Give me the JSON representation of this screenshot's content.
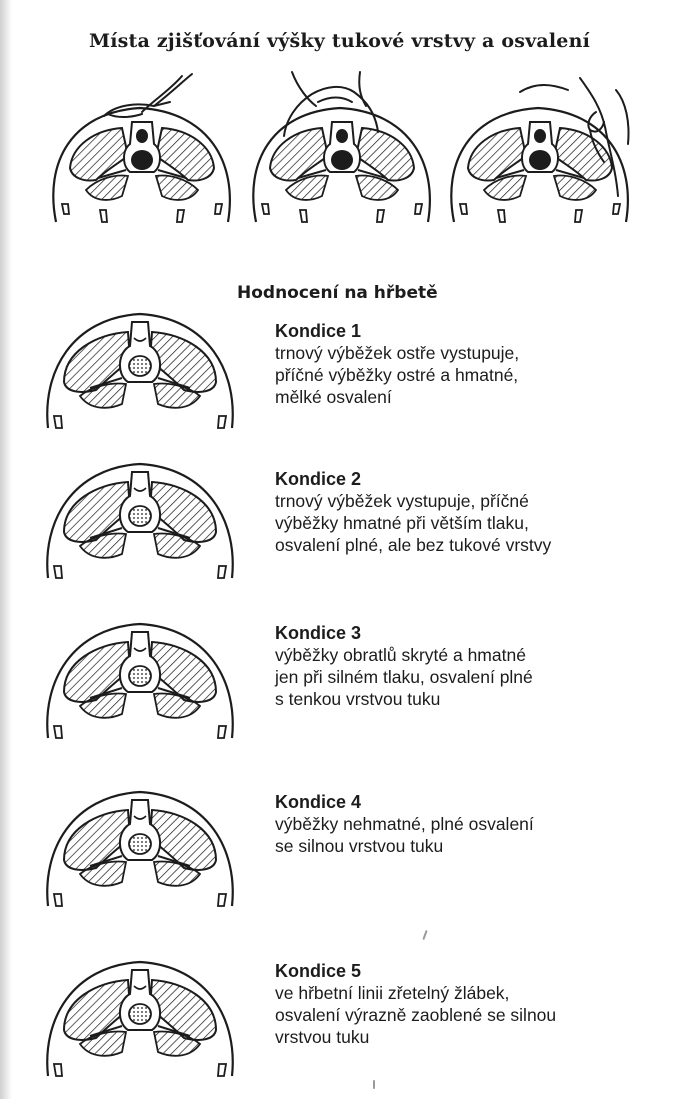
{
  "page": {
    "title": "Místa zjišťování výšky tukové vrstvy a osvalení",
    "subtitle": "Hodnocení na hřbetě"
  },
  "conditions": [
    {
      "title": "Kondice 1",
      "lines": [
        "trnový výběžek ostře vystupuje,",
        "příčné výběžky ostré a hmatné,",
        "mělké osvalení"
      ]
    },
    {
      "title": "Kondice 2",
      "lines": [
        "trnový výběžek vystupuje, příčné",
        "výběžky hmatné při větším tlaku,",
        "osvalení plné, ale bez tukové vrstvy"
      ]
    },
    {
      "title": "Kondice 3",
      "lines": [
        "výběžky obratlů skryté a hmatné",
        "jen při silném tlaku, osvalení plné",
        "s tenkou vrstvou tuku"
      ]
    },
    {
      "title": "Kondice 4",
      "lines": [
        "výběžky nehmatné, plné osvalení",
        "se silnou vrstvou tuku"
      ]
    },
    {
      "title": "Kondice 5",
      "lines": [
        "ve hřbetní linii zřetelný žlábek,",
        "osvalení výrazně zaoblené se silnou",
        "vrstvou tuku"
      ]
    }
  ],
  "colors": {
    "ink": "#1c1c1c",
    "paper": "#ffffff"
  }
}
